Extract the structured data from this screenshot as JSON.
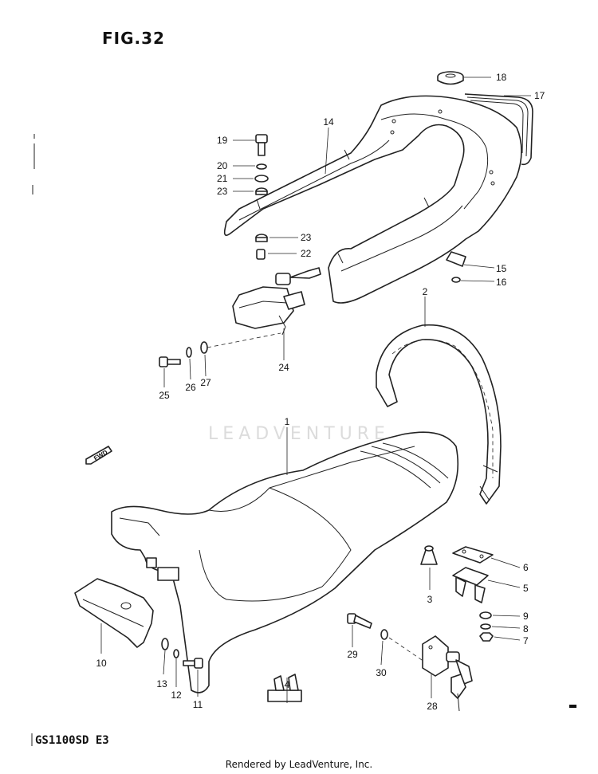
{
  "figure": {
    "title": "FIG.32"
  },
  "model": {
    "code": "GS1100SD E3"
  },
  "footer": {
    "text": "Rendered by LeadVenture, Inc."
  },
  "watermark": {
    "text": "LEADVENTURE",
    "color": "#dcdcdc"
  },
  "direction_arrow": {
    "text": "FWD"
  },
  "callouts": [
    {
      "number": "1",
      "part": "seat"
    },
    {
      "number": "2",
      "part": "seat-strap"
    },
    {
      "number": "3",
      "part": "seat-cushion"
    },
    {
      "number": "4",
      "part": "seat-cushion-pair"
    },
    {
      "number": "5",
      "part": "bracket"
    },
    {
      "number": "6",
      "part": "plate"
    },
    {
      "number": "7",
      "part": "nut"
    },
    {
      "number": "8",
      "part": "lock-washer"
    },
    {
      "number": "9",
      "part": "washer"
    },
    {
      "number": "10",
      "part": "seat-hinge-cover"
    },
    {
      "number": "11",
      "part": "bolt"
    },
    {
      "number": "12",
      "part": "lock-washer"
    },
    {
      "number": "13",
      "part": "washer"
    },
    {
      "number": "14",
      "part": "seat-tail-cover"
    },
    {
      "number": "15",
      "part": "clamp"
    },
    {
      "number": "16",
      "part": "washer"
    },
    {
      "number": "17",
      "part": "tail-trim"
    },
    {
      "number": "18",
      "part": "grommet"
    },
    {
      "number": "19",
      "part": "bolt"
    },
    {
      "number": "20",
      "part": "lock-washer"
    },
    {
      "number": "21",
      "part": "washer"
    },
    {
      "number": "22",
      "part": "spacer"
    },
    {
      "number": "23",
      "part": "cushion"
    },
    {
      "number": "23",
      "part": "cushion"
    },
    {
      "number": "24",
      "part": "seat-lock-assy"
    },
    {
      "number": "25",
      "part": "bolt"
    },
    {
      "number": "26",
      "part": "lock-washer"
    },
    {
      "number": "27",
      "part": "washer"
    },
    {
      "number": "28",
      "part": "helmet-lock-set"
    },
    {
      "number": "29",
      "part": "bolt"
    },
    {
      "number": "30",
      "part": "washer"
    }
  ]
}
